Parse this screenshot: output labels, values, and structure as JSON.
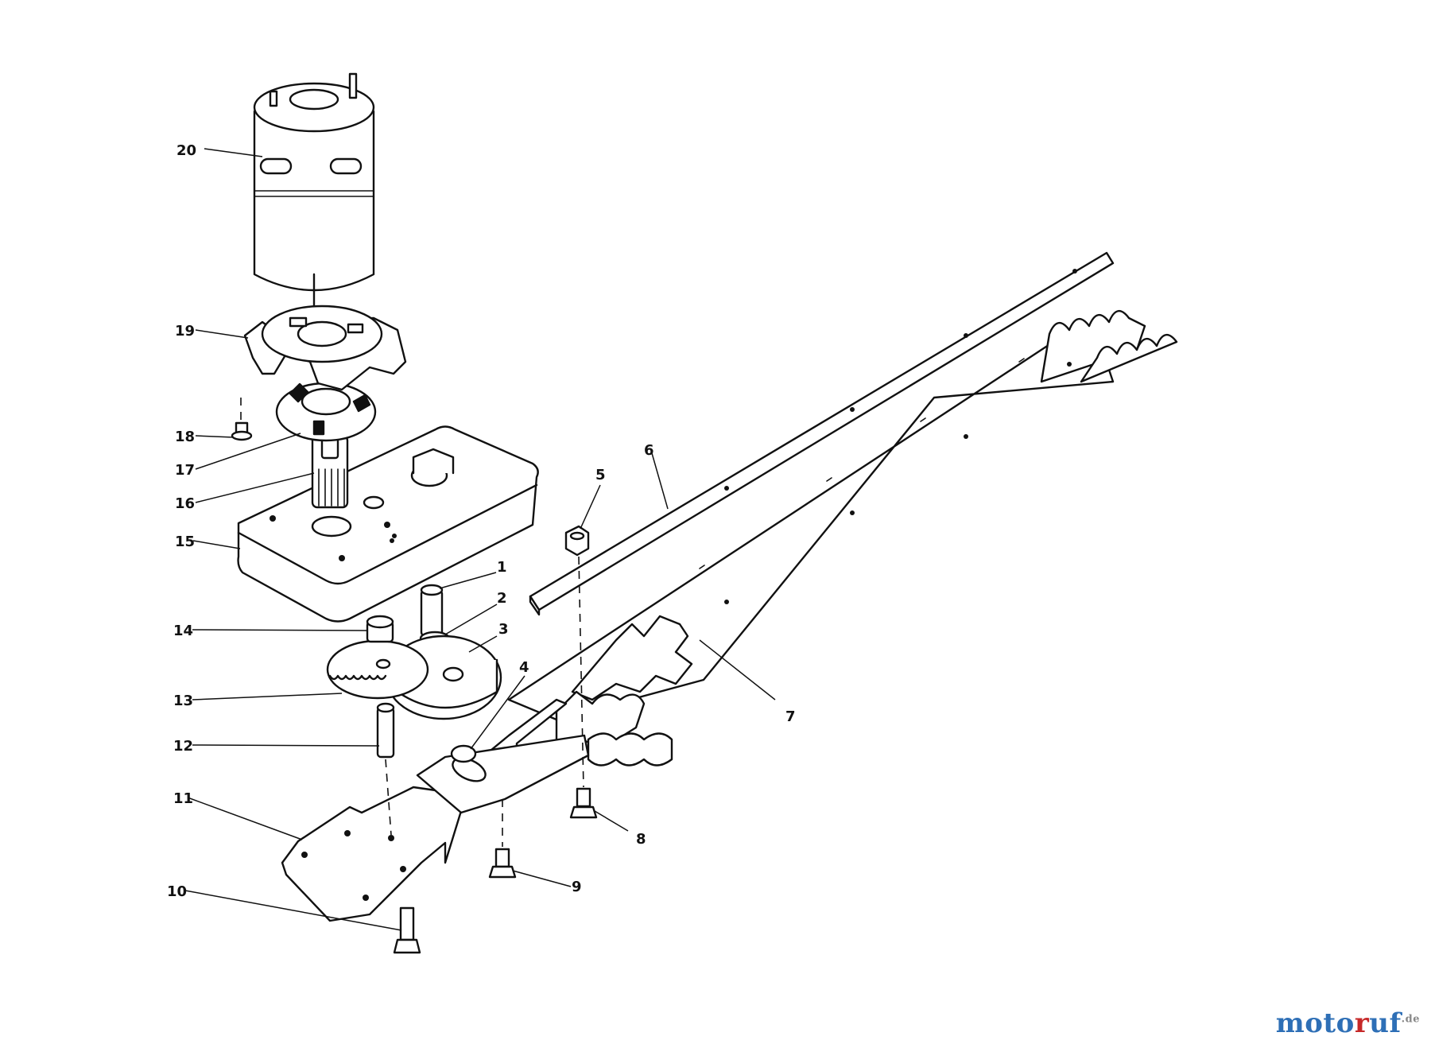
{
  "diagram": {
    "callouts": [
      {
        "id": "1",
        "label": "1"
      },
      {
        "id": "2",
        "label": "2"
      },
      {
        "id": "3",
        "label": "3"
      },
      {
        "id": "4",
        "label": "4"
      },
      {
        "id": "5",
        "label": "5"
      },
      {
        "id": "6",
        "label": "6"
      },
      {
        "id": "7",
        "label": "7"
      },
      {
        "id": "8",
        "label": "8"
      },
      {
        "id": "9",
        "label": "9"
      },
      {
        "id": "10",
        "label": "10"
      },
      {
        "id": "11",
        "label": "11"
      },
      {
        "id": "12",
        "label": "12"
      },
      {
        "id": "13",
        "label": "13"
      },
      {
        "id": "14",
        "label": "14"
      },
      {
        "id": "15",
        "label": "15"
      },
      {
        "id": "16",
        "label": "16"
      },
      {
        "id": "17",
        "label": "17"
      },
      {
        "id": "18",
        "label": "18"
      },
      {
        "id": "19",
        "label": "19"
      },
      {
        "id": "20",
        "label": "20"
      }
    ]
  },
  "watermark": {
    "part1": "moto",
    "part2": "r",
    "part3": "uf",
    "suffix": ".de",
    "colors": {
      "blue": "#2e6fb6",
      "red": "#c62828"
    }
  }
}
